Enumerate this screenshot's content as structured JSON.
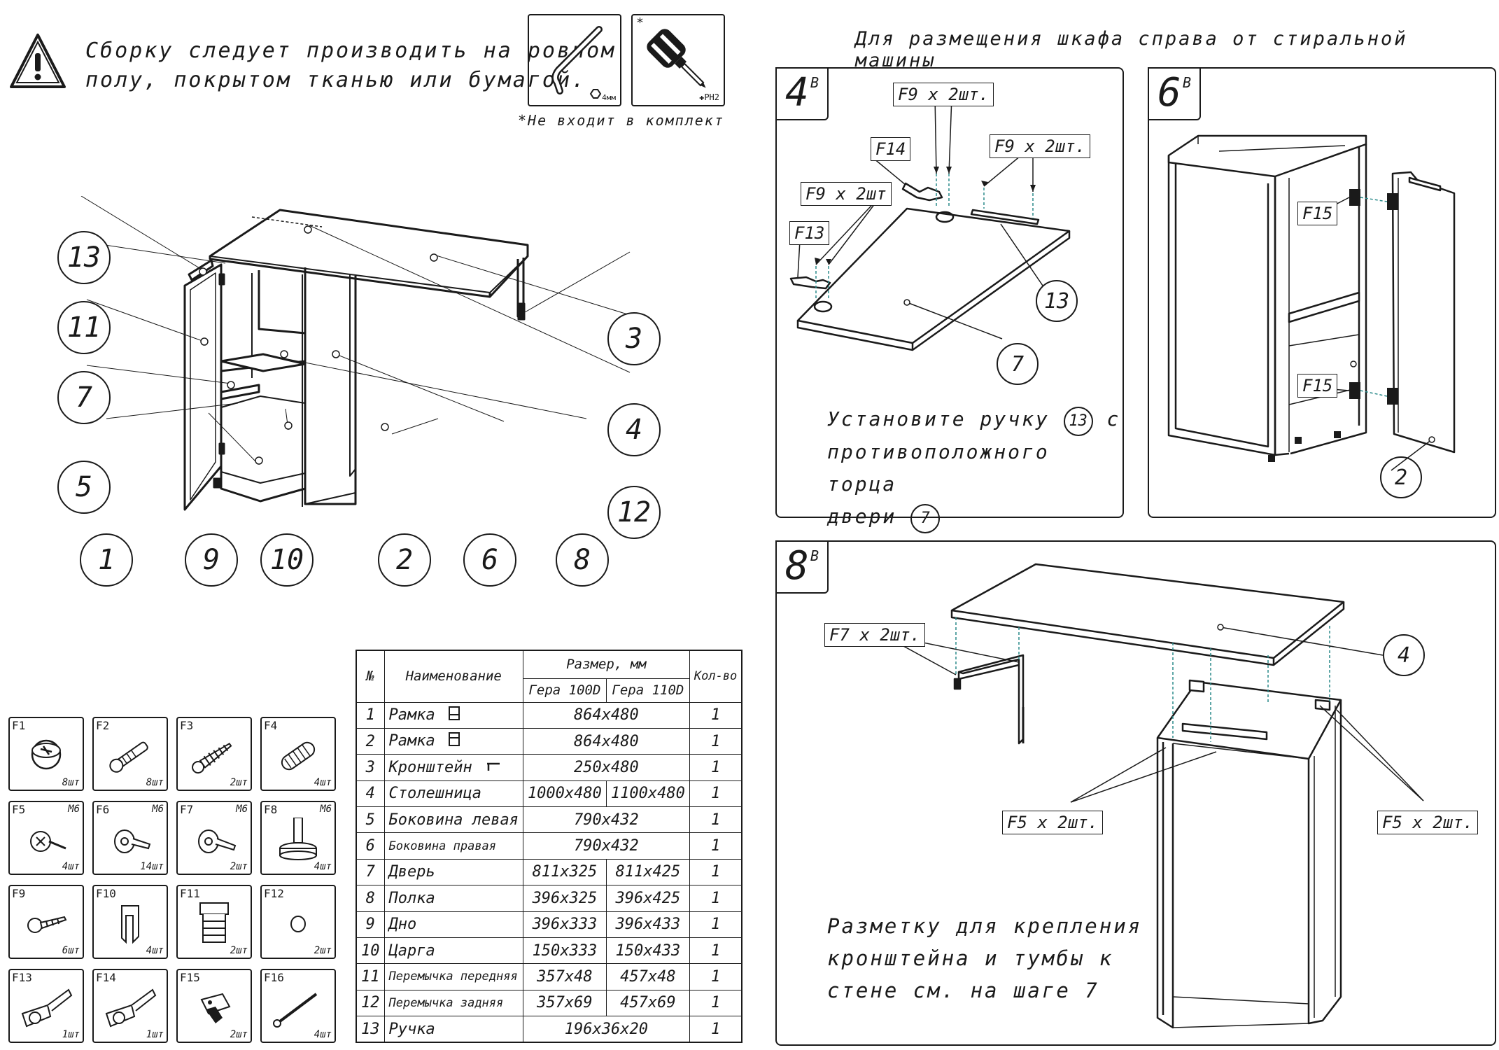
{
  "warning": {
    "line1": "Сборку следует производить на ровном",
    "line2": "полу, покрытом тканью или бумагой."
  },
  "tools": {
    "hex_label": "4мм",
    "screwdriver_label": "PH2",
    "asterisk": "*",
    "note": "*Не входит в комплект"
  },
  "heading_right": "Для размещения шкафа справа от стиральной машины",
  "overview_callouts": [
    "13",
    "11",
    "7",
    "5",
    "1",
    "9",
    "10",
    "2",
    "6",
    "8",
    "12",
    "4",
    "3"
  ],
  "table": {
    "h_no": "№",
    "h_name": "Наименование",
    "h_size": "Размер, мм",
    "h_v1": "Гера 100D",
    "h_v2": "Гера 110D",
    "h_qty": "Кол-во",
    "rows": [
      {
        "n": "1",
        "name": "Рамка",
        "icon": "frame-a-icon",
        "s1": "864х480",
        "s2": "",
        "q": "1"
      },
      {
        "n": "2",
        "name": "Рамка",
        "icon": "frame-b-icon",
        "s1": "864х480",
        "s2": "",
        "q": "1"
      },
      {
        "n": "3",
        "name": "Кронштейн",
        "icon": "bracket-icon",
        "s1": "250х480",
        "s2": "",
        "q": "1"
      },
      {
        "n": "4",
        "name": "Столешница",
        "icon": "",
        "s1": "1000х480",
        "s2": "1100х480",
        "q": "1"
      },
      {
        "n": "5",
        "name": "Боковина левая",
        "icon": "",
        "s1": "790х432",
        "s2": "",
        "q": "1"
      },
      {
        "n": "6",
        "name": "Боковина правая",
        "icon": "",
        "s1": "790х432",
        "s2": "",
        "q": "1"
      },
      {
        "n": "7",
        "name": "Дверь",
        "icon": "",
        "s1": "811х325",
        "s2": "811х425",
        "q": "1"
      },
      {
        "n": "8",
        "name": "Полка",
        "icon": "",
        "s1": "396х325",
        "s2": "396х425",
        "q": "1"
      },
      {
        "n": "9",
        "name": "Дно",
        "icon": "",
        "s1": "396х333",
        "s2": "396х433",
        "q": "1"
      },
      {
        "n": "10",
        "name": "Царга",
        "icon": "",
        "s1": "150х333",
        "s2": "150х433",
        "q": "1"
      },
      {
        "n": "11",
        "name": "Перемычка передняя",
        "icon": "",
        "s1": "357х48",
        "s2": "457х48",
        "q": "1"
      },
      {
        "n": "12",
        "name": "Перемычка задняя",
        "icon": "",
        "s1": "357х69",
        "s2": "457х69",
        "q": "1"
      },
      {
        "n": "13",
        "name": "Ручка",
        "icon": "",
        "s1": "196х36х20",
        "s2": "",
        "q": "1"
      }
    ]
  },
  "fittings": [
    {
      "code": "F1",
      "spec": "",
      "qty": "8шт",
      "icon": "cam-lock-icon"
    },
    {
      "code": "F2",
      "spec": "",
      "qty": "8шт",
      "icon": "cam-bolt-icon"
    },
    {
      "code": "F3",
      "spec": "",
      "qty": "2шт",
      "icon": "confirmat-icon"
    },
    {
      "code": "F4",
      "spec": "",
      "qty": "4шт",
      "icon": "dowel-icon"
    },
    {
      "code": "F5",
      "spec": "М6",
      "qty": "4шт",
      "icon": "screw-head-icon"
    },
    {
      "code": "F6",
      "spec": "М6",
      "qty": "14шт",
      "icon": "bolt-icon"
    },
    {
      "code": "F7",
      "spec": "М6",
      "qty": "2шт",
      "icon": "hex-bolt-icon"
    },
    {
      "code": "F8",
      "spec": "М6",
      "qty": "4шт",
      "icon": "adjustable-foot-icon"
    },
    {
      "code": "F9",
      "spec": "",
      "qty": "6шт",
      "icon": "wood-screw-icon"
    },
    {
      "code": "F10",
      "spec": "",
      "qty": "4шт",
      "icon": "shelf-support-icon"
    },
    {
      "code": "F11",
      "spec": "",
      "qty": "2шт",
      "icon": "plug-icon"
    },
    {
      "code": "F12",
      "spec": "",
      "qty": "2шт",
      "icon": "cap-icon"
    },
    {
      "code": "F13",
      "spec": "",
      "qty": "1шт",
      "icon": "hinge-icon"
    },
    {
      "code": "F14",
      "spec": "",
      "qty": "1шт",
      "icon": "hinge-icon"
    },
    {
      "code": "F15",
      "spec": "",
      "qty": "2шт",
      "icon": "hinge-plate-icon"
    },
    {
      "code": "F16",
      "spec": "",
      "qty": "4шт",
      "icon": "nail-icon"
    }
  ],
  "step4": {
    "num": "4",
    "sup": "B",
    "tag_f9_top": "F9 х 2шт.",
    "tag_f14": "F14",
    "tag_f9_right": "F9 х 2шт.",
    "tag_f9_left": "F9 х 2шт",
    "tag_f13": "F13",
    "callout_13": "13",
    "callout_7": "7",
    "text_l1a": "Установите ручку",
    "text_l1_ref": "13",
    "text_l1b": "с",
    "text_l2": "противоположного торца",
    "text_l3a": "двери",
    "text_l3_ref": "7"
  },
  "step6": {
    "num": "6",
    "sup": "B",
    "tag_f15_top": "F15",
    "tag_f15_bottom": "F15",
    "callout_2": "2"
  },
  "step8": {
    "num": "8",
    "sup": "B",
    "tag_f7": "F7 х 2шт.",
    "tag_f5_left": "F5 х 2шт.",
    "tag_f5_right": "F5 х 2шт.",
    "callout_4": "4",
    "text_l1": "Разметку для крепления",
    "text_l2": "кронштейна и тумбы к",
    "text_l3": "стене см. на шаге 7"
  }
}
